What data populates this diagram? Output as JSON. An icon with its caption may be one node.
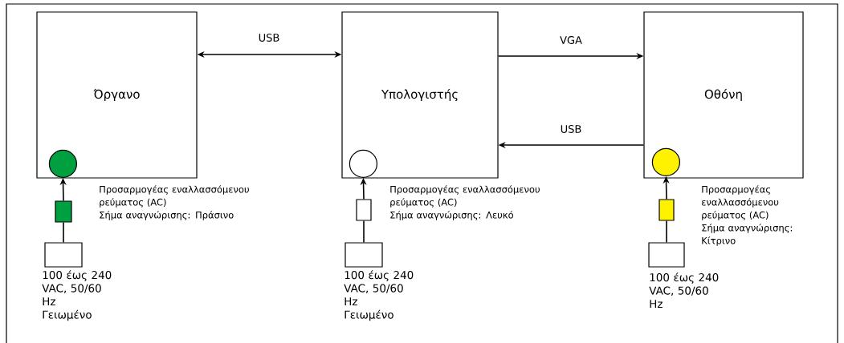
{
  "diagram": {
    "nodes": [
      {
        "text": [
          "Όργανο"
        ]
      },
      {
        "text": [],
        "shape": "circle",
        "in": 0
      },
      {
        "text": [
          "Υπολογιστής"
        ]
      },
      {
        "text": [],
        "shape": "circle",
        "in": 2
      },
      {
        "text": [
          "Οθόνη"
        ]
      },
      {
        "text": [],
        "shape": "circle",
        "in": 4
      },
      {
        "text": [],
        "shape": "bar",
        "beside": [
          "Προσαρμογέας εναλλασσόμενου ρεύματος (AC)",
          "Σήμα αναγνώρισης: Πράσινο"
        ]
      },
      {
        "text": [],
        "shape": "bar",
        "beside": [
          "Προσαρμογέας εναλλασσόμενου ρεύματος (AC)",
          "Σήμα αναγνώρισης: Λευκό"
        ]
      },
      {
        "text": [],
        "shape": "bar",
        "beside": [
          "Προσαρμογέας εναλλασσόμενου ρεύματος (AC)",
          "Σήμα αναγνώρισης: Κίτρινο"
        ]
      },
      {
        "text": [],
        "shape": "box",
        "beside": [
          "100 έως 240 VAC, 50/60 Hz",
          "Γειωμένο"
        ]
      },
      {
        "text": [],
        "shape": "box",
        "beside": [
          "100 έως 240 VAC, 50/60 Hz",
          "Γειωμένο"
        ]
      },
      {
        "text": [],
        "shape": "box",
        "beside": [
          "100 έως 240 VAC, 50/60 Hz"
        ]
      }
    ],
    "edges": [
      {
        "from": 0,
        "to": 2,
        "arrow": "both",
        "label": "USB"
      },
      {
        "from": 2,
        "to": 4,
        "arrow": "to",
        "label": "VGA"
      },
      {
        "from": 4,
        "to": 2,
        "arrow": "to",
        "label": "USB"
      },
      {
        "from": 9,
        "to": 6,
        "arrow": "none"
      },
      {
        "from": 6,
        "to": 1,
        "arrow": "to"
      },
      {
        "from": 10,
        "to": 7,
        "arrow": "none"
      },
      {
        "from": 7,
        "to": 3,
        "arrow": "to"
      },
      {
        "from": 11,
        "to": 8,
        "arrow": "none"
      },
      {
        "from": 8,
        "to": 5,
        "arrow": "to"
      }
    ]
  }
}
